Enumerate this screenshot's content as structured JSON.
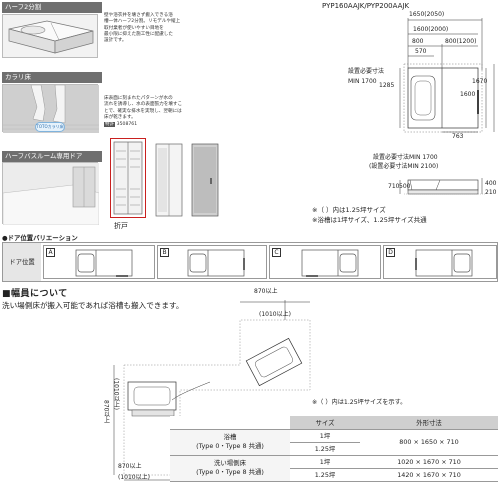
{
  "sections": {
    "half": {
      "title": "ハーフ2分割",
      "desc": [
        "壁や浴衣井を壊さず搬入できる浴",
        "槽一体ハーフ2分割。リモデルや縦上",
        "取付業者が使いやすい目地を",
        "最小限に抑えた施工性に配慮した",
        "設計です。"
      ]
    },
    "karari": {
      "title": "カラリ床",
      "desc": [
        "床表面に刻まれたパターンが水の",
        "流れを誘導し、水の表面張力を壊すこ",
        "とで、確実な排水を実現し、翌朝には",
        "床が乾きます。"
      ],
      "patent": "特許",
      "patent_no": "3508761",
      "badge": "TOTOカラリ床"
    },
    "door_only": {
      "title": "ハーフバスルーム専用ドア",
      "caption": "折戸"
    },
    "door_variation": {
      "title": "●ドア位置バリエーション",
      "row_label": "ドア位置",
      "options": [
        "A",
        "B",
        "C",
        "D"
      ]
    },
    "model": {
      "name": "PYP160AAJK/PYP200AAJK",
      "dims": {
        "w_total": "1650(2050)",
        "w_1600": "1600(2000)",
        "w_800a": "800",
        "w_800b": "800(1200)",
        "w_570": "570",
        "h_1285": "1285",
        "h_1670": "1670",
        "h_1600": "1600",
        "w_763": "763",
        "note_min1700": "設置必要寸法",
        "note_min1700b": "MIN 1700",
        "min_lower1": "設置必要寸法MIN 1700",
        "min_lower2": "(設置必要寸法MIN 2100)",
        "elev_710": "710",
        "elev_500": "500",
        "elev_400": "400",
        "elev_210": "210"
      },
      "notes": [
        "※（ ）内は1.25坪サイズ",
        "※浴槽は1坪サイズ、1.25坪サイズ共通"
      ]
    },
    "width": {
      "title": "■幅員について",
      "sub": "洗い場側床が搬入可能であれば浴槽も搬入できます。",
      "dim_870_top": "870以上",
      "dim_1010_top": "(1010以上)",
      "dim_870_left": "870以上",
      "dim_1010_left": "(1010以上)",
      "dim_870_bottom": "870以上",
      "dim_1010_bottom": "(1010以上)",
      "note": "※（ ）内は1.25坪サイズを示す。"
    }
  },
  "table": {
    "headers": [
      "",
      "サイズ",
      "外形寸法"
    ],
    "groups": [
      {
        "label1": "浴槽",
        "label2": "(Type 0・Type 8 共通)",
        "rows": [
          [
            "1坪",
            "800 × 1650 × 710"
          ],
          [
            "1.25坪",
            ""
          ]
        ]
      },
      {
        "label1": "洗い場側床",
        "label2": "(Type 0・Type 8 共通)",
        "rows": [
          [
            "1坪",
            "1020 × 1670 × 710"
          ],
          [
            "1.25坪",
            "1420 × 1670 × 710"
          ]
        ]
      }
    ]
  }
}
